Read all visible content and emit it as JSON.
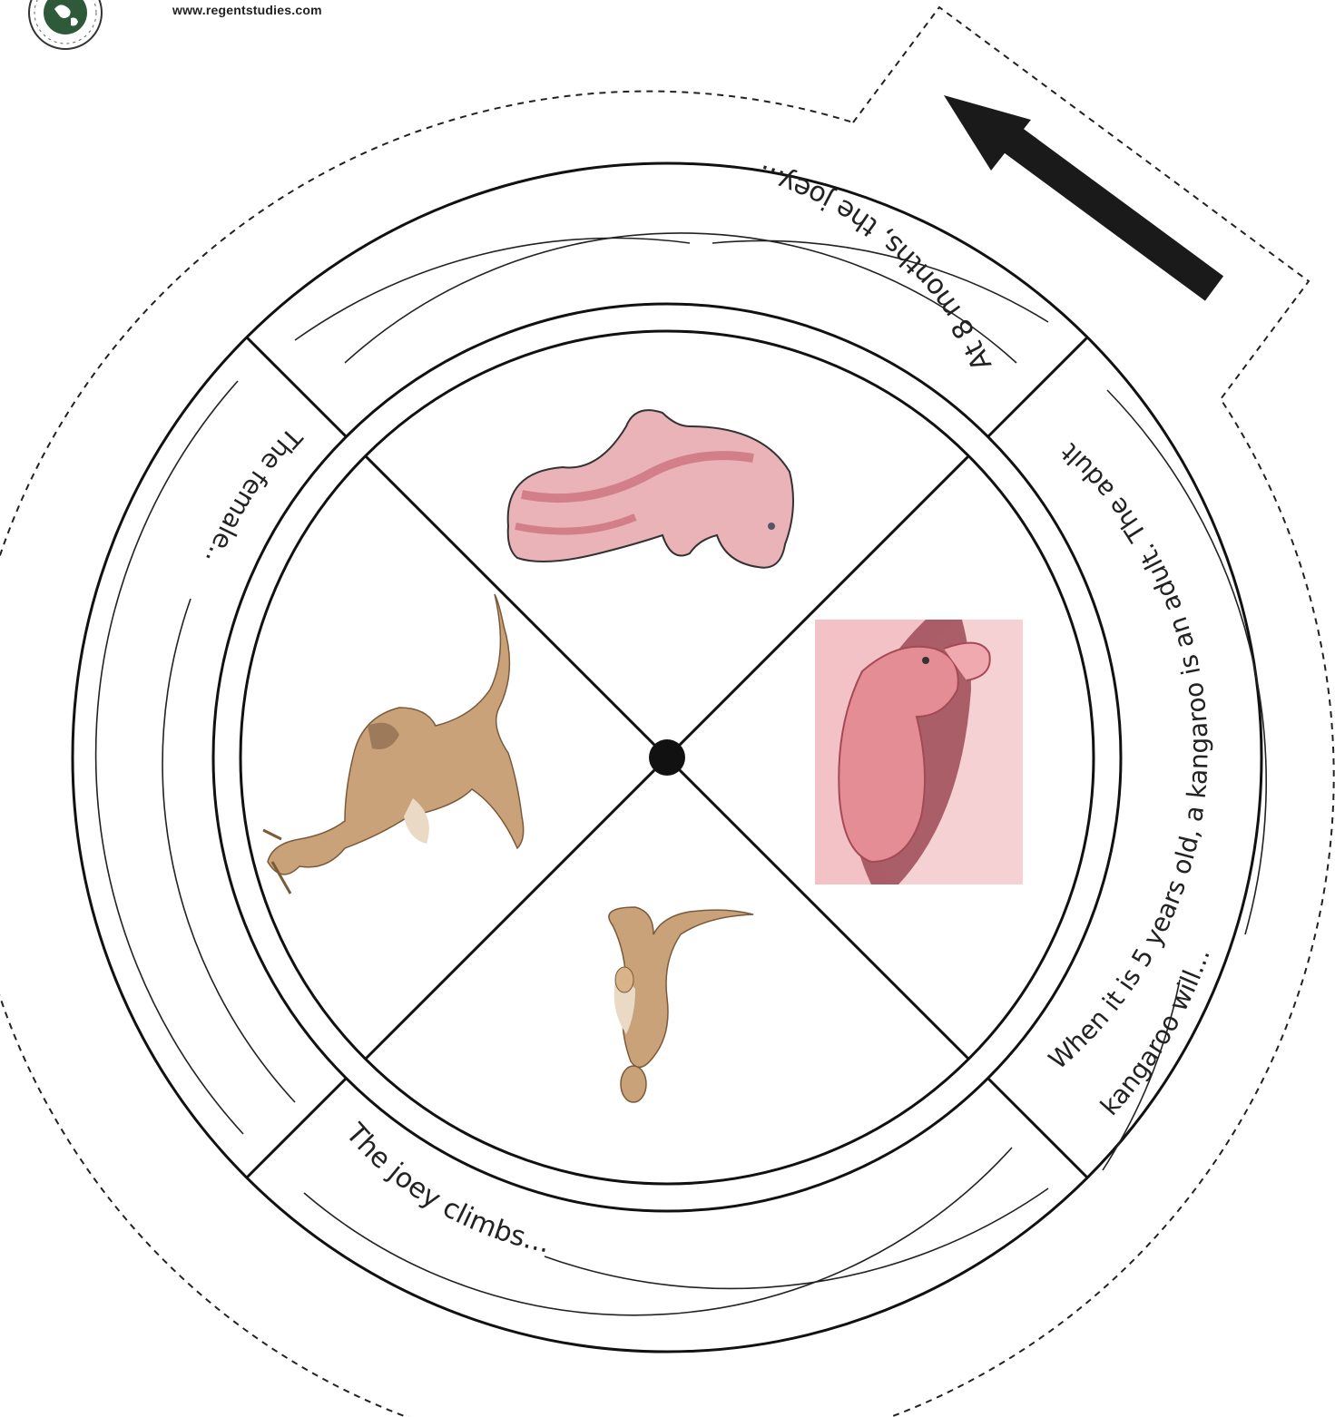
{
  "header": {
    "url": "www.regentstudies.com"
  },
  "logo": {
    "icon": "globe-icon",
    "color": "#2f5a3a"
  },
  "wheel": {
    "captions": {
      "top": "At 8 months, the joey...",
      "right_line1": "When it is 5 years old, a kangaroo is an adult. The adult",
      "right_line2": "kangaroo will...",
      "bottom": "The joey climbs...",
      "left": "The female..."
    },
    "pictures": {
      "top": "newborn-joey-icon",
      "right": "joey-in-pouch-icon",
      "bottom": "mother-with-joey-icon",
      "left": "adult-kangaroo-icon"
    },
    "colors": {
      "line": "#111111",
      "joey_pink": "#eab3b8",
      "joey_dark": "#d27f89",
      "kangaroo": "#c9a27a",
      "kangaroo_light": "#ead9c4",
      "arrow": "#1a1a1a"
    }
  }
}
